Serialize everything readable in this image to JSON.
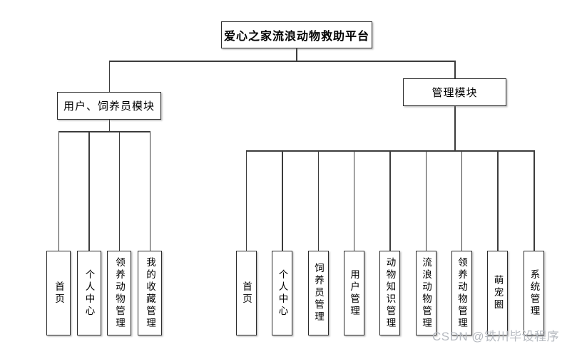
{
  "diagram": {
    "root": {
      "label": "爱心之家流浪动物救助平台"
    },
    "modules": [
      {
        "label": "用户、饲养员模块",
        "children": [
          "首页",
          "个人中心",
          "领养动物管理",
          "我的收藏管理"
        ]
      },
      {
        "label": "管理模块",
        "children": [
          "首页",
          "个人中心",
          "饲养员管理",
          "用户管理",
          "动物知识管理",
          "流浪动物管理",
          "领养动物管理",
          "萌宠圈",
          "系统管理"
        ]
      }
    ]
  },
  "watermark": {
    "text": "CSDN @铁川毕设程序"
  },
  "colors": {
    "background": "#ffffff",
    "box_fill": "#ffffff",
    "box_border": "#2b2b2b",
    "connector": "#3c3c3c",
    "text": "#000000",
    "watermark": "#b6bac0"
  }
}
